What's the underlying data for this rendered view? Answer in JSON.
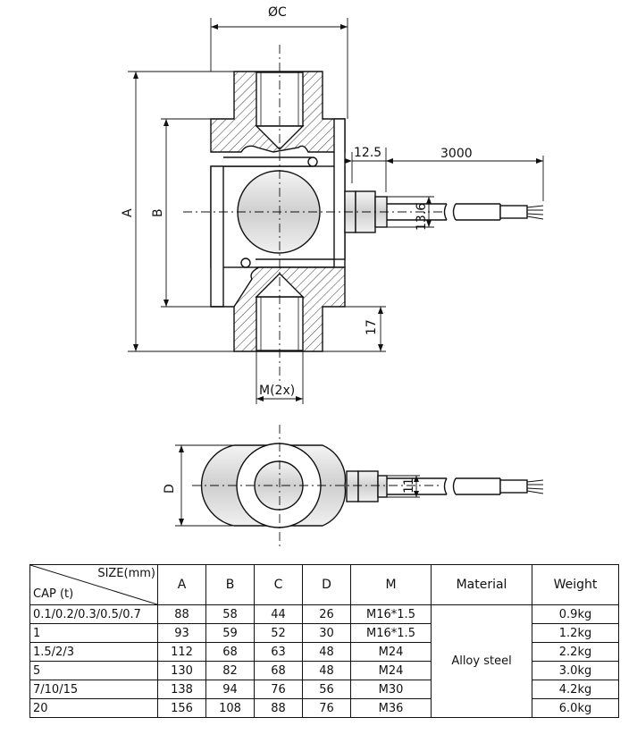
{
  "dimensions": {
    "diameter_c": "ØC",
    "length_a": "A",
    "length_b": "B",
    "offset": "12.5",
    "cable_length": "3000",
    "cable_dia_side": "13.6",
    "thread_depth": "17",
    "thread_label": "M(2x)",
    "depth_d": "D",
    "cable_dia_top": "11"
  },
  "table": {
    "header_size": "SIZE(mm)",
    "header_cap": "CAP (t)",
    "columns": [
      "A",
      "B",
      "C",
      "D",
      "M",
      "Material",
      "Weight"
    ],
    "material": "Alloy steel",
    "rows": [
      {
        "cap": "0.1/0.2/0.3/0.5/0.7",
        "a": "88",
        "b": "58",
        "c": "44",
        "d": "26",
        "m": "M16*1.5",
        "weight": "0.9kg"
      },
      {
        "cap": "1",
        "a": "93",
        "b": "59",
        "c": "52",
        "d": "30",
        "m": "M16*1.5",
        "weight": "1.2kg"
      },
      {
        "cap": "1.5/2/3",
        "a": "112",
        "b": "68",
        "c": "63",
        "d": "48",
        "m": "M24",
        "weight": "2.2kg"
      },
      {
        "cap": "5",
        "a": "130",
        "b": "82",
        "c": "68",
        "d": "48",
        "m": "M24",
        "weight": "3.0kg"
      },
      {
        "cap": "7/10/15",
        "a": "138",
        "b": "94",
        "c": "76",
        "d": "56",
        "m": "M30",
        "weight": "4.2kg"
      },
      {
        "cap": "20",
        "a": "156",
        "b": "108",
        "c": "88",
        "d": "76",
        "m": "M36",
        "weight": "6.0kg"
      }
    ]
  }
}
